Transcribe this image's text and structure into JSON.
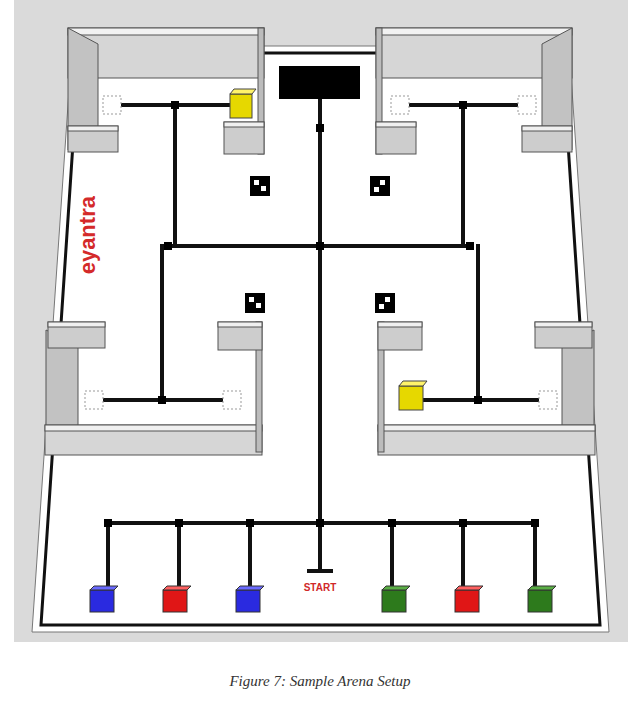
{
  "diagram": {
    "caption": "Figure 7: Sample Arena Setup",
    "labels": [
      "eyantra",
      "START"
    ]
  }
}
